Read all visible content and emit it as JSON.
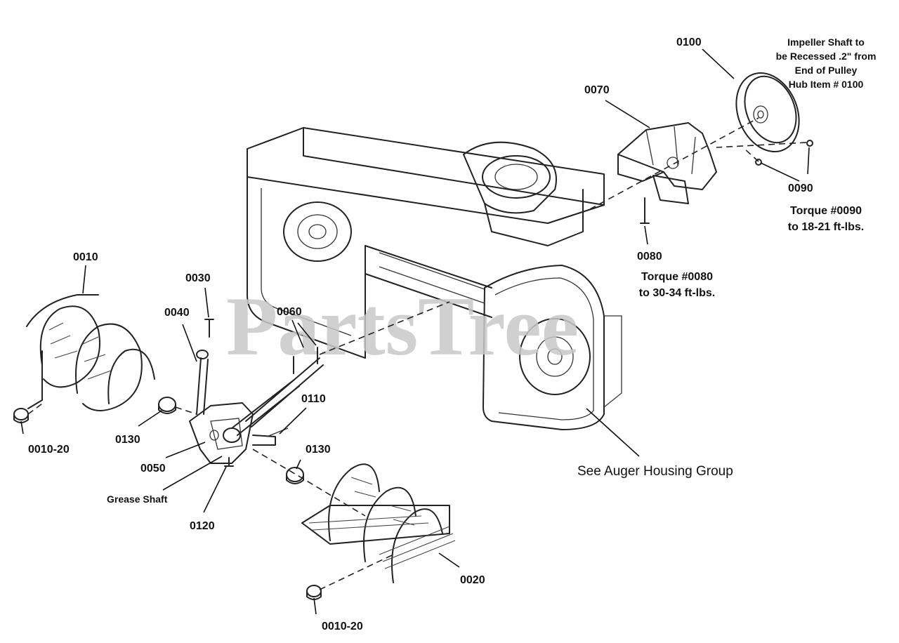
{
  "watermark": "PartsTree",
  "callouts": {
    "c0010": "0010",
    "c0010_20_left": "0010-20",
    "c0010_20_bottom": "0010-20",
    "c0020": "0020",
    "c0030": "0030",
    "c0040": "0040",
    "c0050": "0050",
    "c0060": "0060",
    "c0070": "0070",
    "c0080": "0080",
    "c0090": "0090",
    "c0100": "0100",
    "c0110": "0110",
    "c0120": "0120",
    "c0130_left": "0130",
    "c0130_right": "0130"
  },
  "notes": {
    "grease_shaft": "Grease Shaft",
    "impeller_line1": "Impeller Shaft to",
    "impeller_line2": "be Recessed .2\" from",
    "impeller_line3": "End of Pulley",
    "impeller_line4": "Hub Item # 0100",
    "torque_0090_line1": "Torque #0090",
    "torque_0090_line2": "to 18-21 ft-lbs.",
    "torque_0080_line1": "Torque #0080",
    "torque_0080_line2": "to 30-34 ft-lbs.",
    "see_auger_housing": "See Auger Housing Group"
  }
}
